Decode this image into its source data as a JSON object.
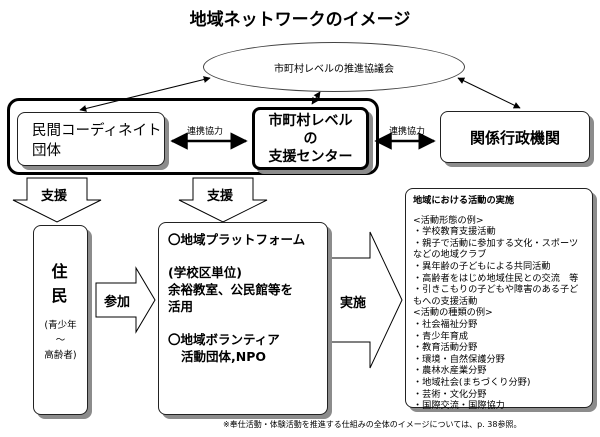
{
  "title": "地域ネットワークのイメージ",
  "council": "市町村レベルの推進協議会",
  "coordinator_box": {
    "line1": "民間コーディネイト",
    "line2": "団体"
  },
  "cooperation_label_1": "連携協力",
  "center_box": {
    "line1": "市町村レベル",
    "line2": "の",
    "line3": "支援センター"
  },
  "cooperation_label_2": "連携協力",
  "agencies": "関係行政機関",
  "support_label_1": "支援",
  "support_label_2": "支援",
  "residents": {
    "label": "住 民",
    "sub1": "(青少年",
    "sub2": "～",
    "sub3": "高齢者)"
  },
  "participate_label": "参加",
  "platform": {
    "line1": "〇地域プラットフォーム",
    "line2": "(学校区単位)",
    "line3": "余裕教室、公民館等を",
    "line4": "活用",
    "line5": "〇地域ボランティア",
    "line6": "活動団体,NPO"
  },
  "implement_label": "実施",
  "activities": {
    "title": "地域における活動の実施",
    "forms_header": "<活動形態の例>",
    "forms": [
      "・学校教育支援活動",
      "・親子で活動に参加する文化・スポーツ",
      "  などの地域クラブ",
      "・異年齢の子どもによる共同活動",
      "・高齢者をはじめ地域住民との交流　等",
      "・引きこもりの子どもや障害のある子ど",
      "  もへの支援活動"
    ],
    "fields_header": "<活動の種類の例>",
    "fields": [
      "・社会福祉分野",
      "・青少年育成",
      "・教育活動分野",
      "・環境・自然保護分野",
      "・農林水産業分野",
      "・地域社会(まちづくり分野)",
      "・芸術・文化分野",
      "・国際交流・国際協力"
    ]
  },
  "footnote": "※奉仕活動・体験活動を推進する仕組みの全体のイメージについては、p. 38参照。"
}
